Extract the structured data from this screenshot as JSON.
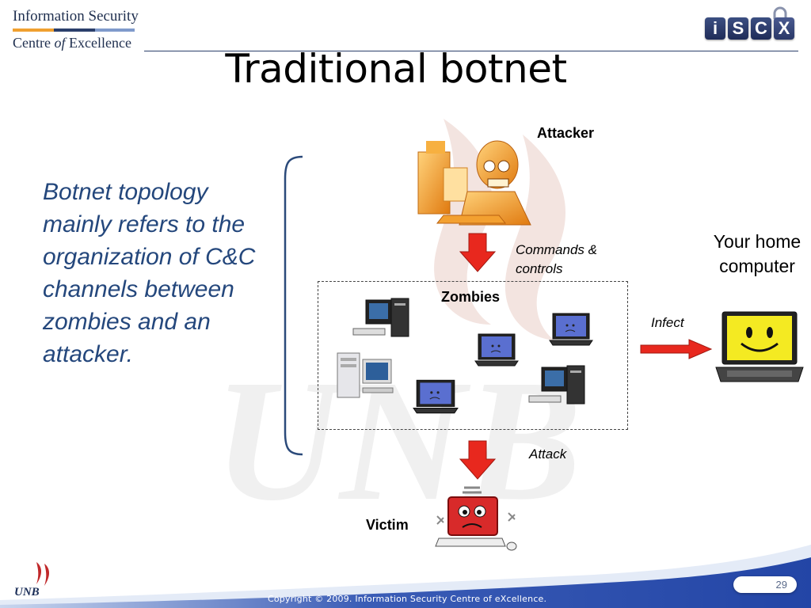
{
  "header": {
    "org_line1": "Information Security",
    "org_line2_a": "Centre ",
    "org_line2_of": "of",
    "org_line2_b": " Excellence",
    "partner_logo_letters": [
      "i",
      "S",
      "C",
      "X"
    ],
    "partner_logo_icon": "padlock-icon"
  },
  "slide": {
    "title": "Traditional botnet",
    "body_text": "Botnet topology mainly refers to the organization of C&C channels between zombies and an attacker."
  },
  "diagram": {
    "attacker_label": "Attacker",
    "commands_label": "Commands & controls",
    "zombies_label": "Zombies",
    "infect_label": "Infect",
    "attack_label": "Attack",
    "victim_label": "Victim",
    "home_label": "Your home computer",
    "icons": {
      "attacker": "skull-hacker-icon",
      "zombie_desktop": "desktop-computer-icon",
      "zombie_laptop": "laptop-zombie-icon",
      "victim": "sad-computer-icon",
      "home": "smiley-laptop-icon",
      "arrow": "red-arrow-icon"
    }
  },
  "footer": {
    "copyright": "Copyright © 2009. Information Security Centre of eXcellence.",
    "page_number": "29",
    "unb_logo_text": "UNB"
  },
  "colors": {
    "title": "#000000",
    "body_text": "#24477c",
    "bracket": "#2b4a7a",
    "arrow_red": "#e8281e",
    "footer_blue": "#2f4fa8",
    "isc_bar": [
      "#f0a030",
      "#2b3f6b",
      "#7f9acb"
    ]
  }
}
